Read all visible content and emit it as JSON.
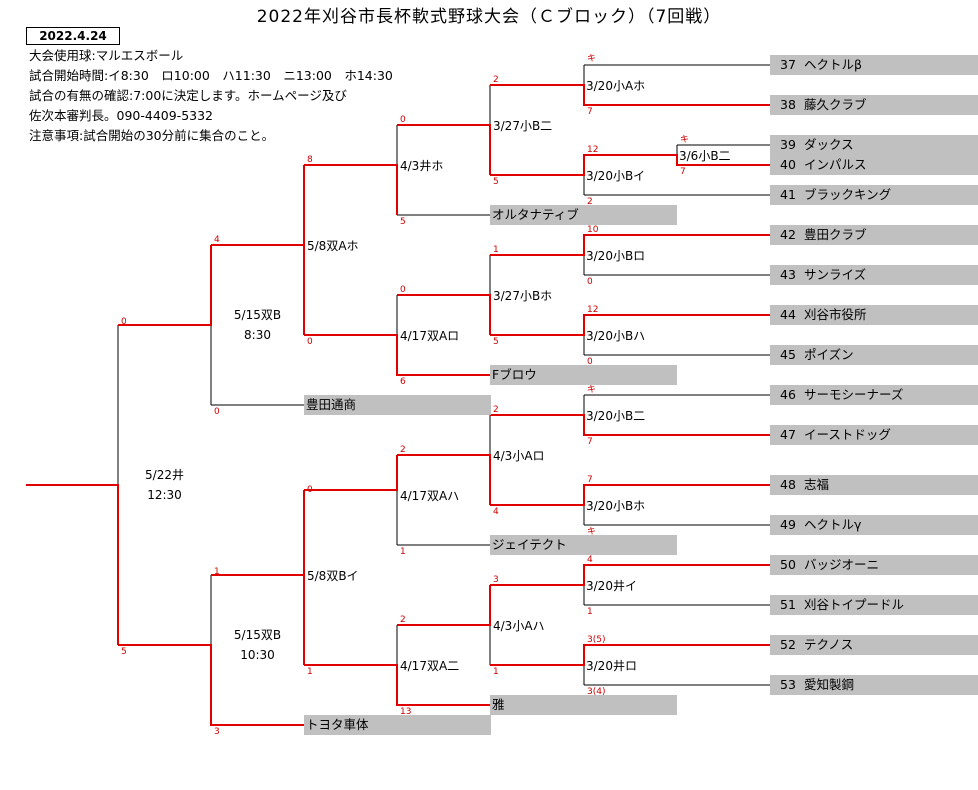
{
  "title": "2022年刈谷市長杯軟式野球大会（Ｃブロック）（7回戦）",
  "date": "2022.4.24",
  "info": [
    "大会使用球:マルエスボール",
    "試合開始時間:イ8:30　ロ10:00　ハ11:30　ニ13:00　ホ14:30",
    "試合の有無の確認:7:00に決定します。ホームページ及び",
    "佐次本審判長。090-4409-5332",
    "注意事項:試合開始の30分前に集合のこと。"
  ],
  "teams": [
    {
      "no": "37",
      "name": "ヘクトルβ"
    },
    {
      "no": "38",
      "name": "藤久クラブ"
    },
    {
      "no": "39",
      "name": "ダックス"
    },
    {
      "no": "40",
      "name": "インパルス"
    },
    {
      "no": "41",
      "name": "ブラックキング"
    },
    {
      "no": "42",
      "name": "豊田クラブ"
    },
    {
      "no": "43",
      "name": "サンライズ"
    },
    {
      "no": "44",
      "name": "刈谷市役所"
    },
    {
      "no": "45",
      "name": "ポイズン"
    },
    {
      "no": "46",
      "name": "サーモシーナーズ"
    },
    {
      "no": "47",
      "name": "イーストドッグ"
    },
    {
      "no": "48",
      "name": "志福"
    },
    {
      "no": "49",
      "name": "ヘクトルγ"
    },
    {
      "no": "50",
      "name": "バッジオーニ"
    },
    {
      "no": "51",
      "name": "刈谷トイプードル"
    },
    {
      "no": "52",
      "name": "テクノス"
    },
    {
      "no": "53",
      "name": "愛知製鋼"
    }
  ],
  "seeded": {
    "alternative": "オルタナティブ",
    "f_brow": "Fブロウ",
    "jeitect": "ジェイテクト",
    "miyabi": "雅",
    "toyota_tsusho": "豊田通商",
    "toyota_shatai": "トヨタ車体"
  },
  "matches": {
    "r1_1": "3/20小Aホ",
    "r0": "3/6小B二",
    "r1_2": "3/20小Bイ",
    "r1_3": "3/20小Bロ",
    "r1_4": "3/20小Bハ",
    "r1_5": "3/20小B二",
    "r1_6": "3/20小Bホ",
    "r1_7": "3/20井イ",
    "r1_8": "3/20井ロ",
    "r2_1": "3/27小B二",
    "r2_2": "3/27小Bホ",
    "r2_3": "4/3小Aロ",
    "r2_4": "4/3小Aハ",
    "r3_1": "4/3井ホ",
    "r3_2": "4/17双Aロ",
    "r3_3": "4/17双Aハ",
    "r3_4": "4/17双A二",
    "r4_1": "5/8双Aホ",
    "r4_2": "5/8双Bイ",
    "sf1_a": "5/15双B",
    "sf1_b": "8:30",
    "sf2_a": "5/15双B",
    "sf2_b": "10:30",
    "final_a": "5/22井",
    "final_b": "12:30"
  },
  "scores": {
    "m1_top": "キ",
    "m1_bot": "7",
    "m0_top": "キ",
    "m0_bot": "7",
    "m2_top": "12",
    "m2_bot": "2",
    "m3_top": "10",
    "m3_bot": "0",
    "m4_top": "12",
    "m4_bot": "0",
    "m5_top": "キ",
    "m5_bot": "7",
    "m6_top": "7",
    "m6_bot": "キ",
    "m7_top": "4",
    "m7_bot": "1",
    "m8_top": "3(5)",
    "m8_bot": "3(4)",
    "q1_top": "2",
    "q1_bot": "5",
    "q2_top": "1",
    "q2_bot": "5",
    "q3_top": "2",
    "q3_bot": "4",
    "q4_top": "3",
    "q4_bot": "1",
    "t1_top": "0",
    "t1_bot": "5",
    "t2_top": "0",
    "t2_bot": "6",
    "t3_top": "2",
    "t3_bot": "1",
    "t4_top": "2",
    "t4_bot": "13",
    "f1_top": "8",
    "f1_bot": "0",
    "f2_top": "0",
    "f2_bot": "1",
    "s1_top": "4",
    "s1_bot": "0",
    "s2_top": "1",
    "s2_bot": "3",
    "fin_top": "0",
    "fin_bot": "5"
  }
}
